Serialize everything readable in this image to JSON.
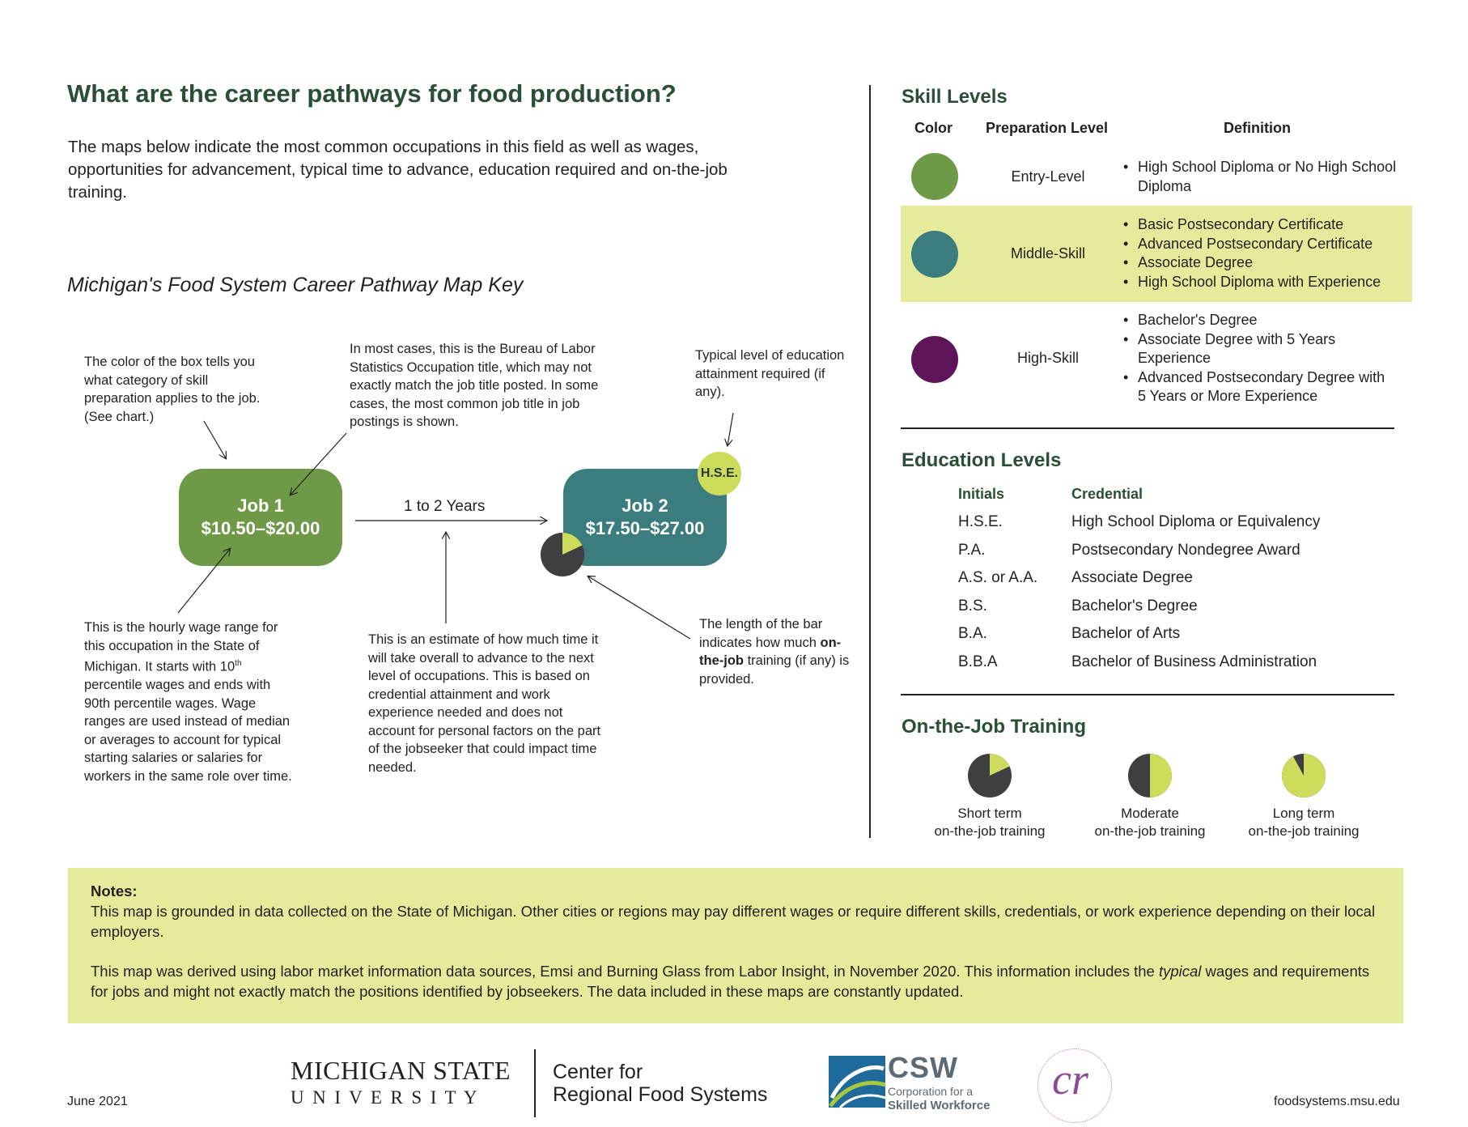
{
  "header": {
    "title": "What are the career pathways for food production?",
    "intro": "The maps below indicate the most common occupations in this field as well as wages, opportunities for advancement, typical time to advance, education required and on-the-job training."
  },
  "key": {
    "title": "Michigan's Food System Career Pathway Map Key",
    "note_color": "The color of the box tells you what category of skill preparation applies to the job. (See chart.)",
    "note_title": "In most cases, this is the Bureau of Labor Statistics Occupation title, which may not exactly match the job title posted. In some cases, the most common job title in job postings is shown.",
    "note_education": "Typical level of education attainment required (if any).",
    "note_wage_a": "This is the hourly wage range for this occupation in the State of Michigan. It starts with 10",
    "note_wage_sup": "th",
    "note_wage_b": " percentile wages and ends with 90th percentile wages. Wage ranges are used instead of median or averages to account for typical starting salaries or salaries for workers in the same role over time.",
    "note_time": "This is an estimate of how much time it will take overall to advance to the next level of occupations. This is based on credential attainment and work experience needed and does not account for personal factors on the part of the jobseeker that could impact time needed.",
    "note_bar_a": "The length of the bar indicates how much ",
    "note_bar_bold": "on-the-job",
    "note_bar_b": " training (if any) is provided.",
    "job1_title": "Job 1",
    "job1_wage": "$10.50–$20.00",
    "job2_title": "Job 2",
    "job2_wage": "$17.50–$27.00",
    "arrow_label": "1 to 2 Years",
    "badge": "H.S.E.",
    "job1_color": "#6e9a48",
    "job2_color": "#3b7d7f",
    "badge_color": "#cddc5a",
    "pie_dark": "#3f3e40",
    "pie_light": "#cddc5a",
    "job2_training_fraction": 0.18
  },
  "skill": {
    "title": "Skill Levels",
    "col_color": "Color",
    "col_prep": "Preparation Level",
    "col_def": "Definition",
    "rows": [
      {
        "label": "Entry-Level",
        "color": "#6e9a48",
        "items": [
          "High School Diploma or No High School Diploma"
        ]
      },
      {
        "label": "Middle-Skill",
        "color": "#3b7d7f",
        "items": [
          "Basic Postsecondary Certificate",
          "Advanced Postsecondary Certificate",
          "Associate Degree",
          "High School Diploma with Experience"
        ]
      },
      {
        "label": "High-Skill",
        "color": "#5e1459",
        "items": [
          "Bachelor's Degree",
          "Associate Degree with 5 Years Experience",
          "Advanced Postsecondary Degree with 5 Years or More Experience"
        ]
      }
    ],
    "highlight_color": "#e5eb9a"
  },
  "education": {
    "title": "Education Levels",
    "col_initials": "Initials",
    "col_credential": "Credential",
    "rows": [
      {
        "initials": "H.S.E.",
        "credential": "High School Diploma or Equivalency"
      },
      {
        "initials": "P.A.",
        "credential": "Postsecondary Nondegree Award"
      },
      {
        "initials": "A.S. or A.A.",
        "credential": "Associate Degree"
      },
      {
        "initials": "B.S.",
        "credential": "Bachelor's Degree"
      },
      {
        "initials": "B.A.",
        "credential": "Bachelor of Arts"
      },
      {
        "initials": "B.B.A",
        "credential": "Bachelor of Business Administration"
      }
    ]
  },
  "otj": {
    "title": "On-the-Job Training",
    "items": [
      {
        "line1": "Short term",
        "line2": "on-the-job training",
        "fraction": 0.18
      },
      {
        "line1": "Moderate",
        "line2": "on-the-job training",
        "fraction": 0.5
      },
      {
        "line1": "Long term",
        "line2": "on-the-job training",
        "fraction": 0.92
      }
    ]
  },
  "notes": {
    "heading": "Notes:",
    "p1": "This map is grounded in data collected on the State of Michigan. Other cities or regions may pay different wages or require different skills, credentials, or work experience depending on their local employers.",
    "p2_a": "This map was derived using labor market information data sources, Emsi and Burning Glass from Labor Insight, in November 2020. This information includes the ",
    "p2_em": "typical",
    "p2_b": " wages and requirements for jobs and might not exactly match the positions identified by jobseekers. The data included in these maps are constantly updated."
  },
  "footer": {
    "date": "June 2021",
    "msu_line1": "MICHIGAN STATE",
    "msu_line2": "U N I V E R S I T Y",
    "crfs_line1": "Center for",
    "crfs_line2": "Regional Food Systems",
    "csw_big": "CSW",
    "csw_line1": "Corporation for a",
    "csw_line2": "Skilled Workforce",
    "cr_mark": "cr",
    "url": "foodsystems.msu.edu"
  }
}
